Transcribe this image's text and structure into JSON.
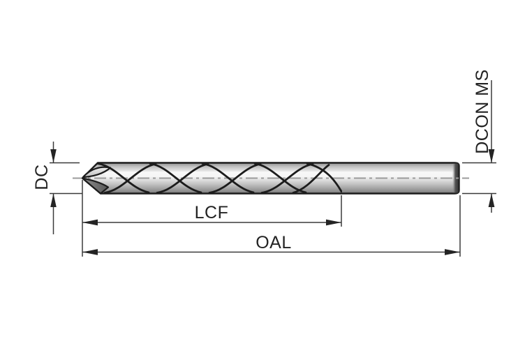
{
  "drawing": {
    "kind": "drill-bit-dimension-diagram",
    "labels": {
      "diameter": "DC",
      "flute_length": "LCF",
      "overall_length": "OAL",
      "shank_diameter": "DCON MS"
    },
    "colors": {
      "background": "#ffffff",
      "outline": "#1c1c1c",
      "dimension_lines": "#3a3a3a",
      "arrow_fill": "#242424",
      "centerline": "#9b9b9b",
      "body_highlight": "#f4f4f4",
      "body_shadow": "#6f6f6f",
      "label_text": "#232323"
    }
  }
}
